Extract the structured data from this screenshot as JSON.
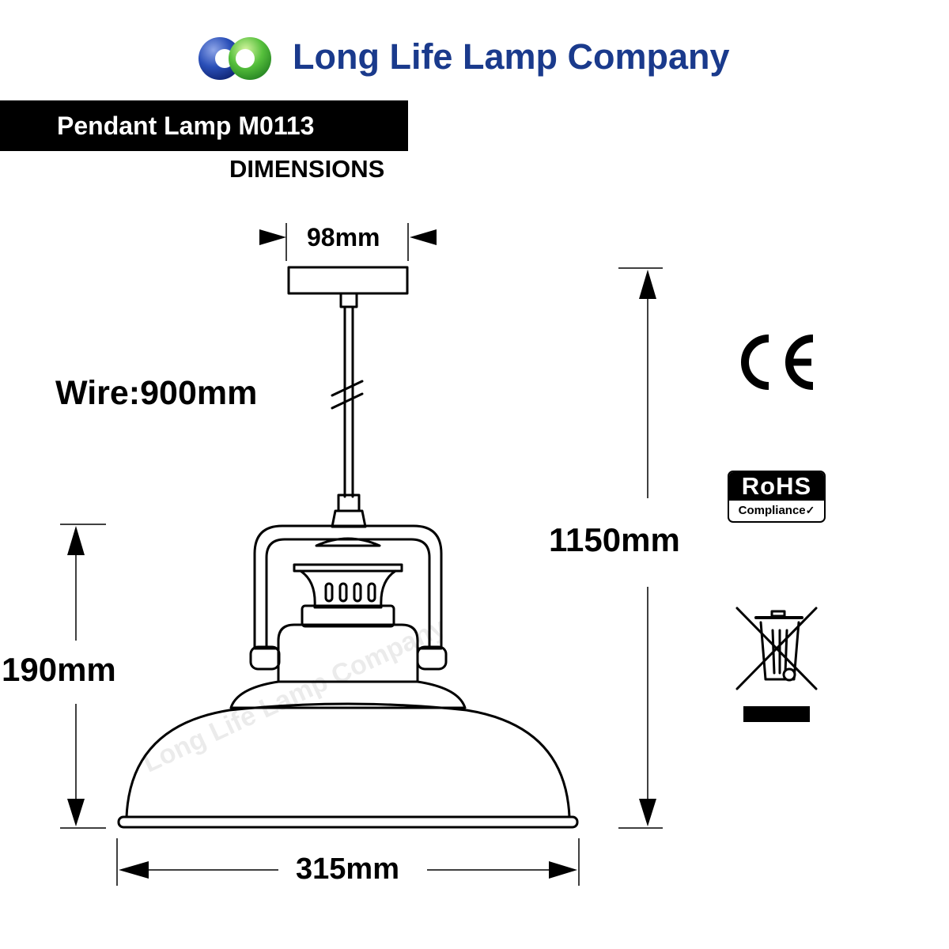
{
  "header": {
    "company_name": "Long Life Lamp Company",
    "brand_color": "#1a3a8c",
    "logo_colors": [
      "#1a3a8c",
      "#3bb54a"
    ]
  },
  "product": {
    "title": "Pendant Lamp M0113",
    "section": "DIMENSIONS"
  },
  "dimensions": {
    "canopy_width": "98mm",
    "wire_length": "Wire:900mm",
    "total_height": "1150mm",
    "shade_height": "190mm",
    "shade_diameter": "315mm"
  },
  "certifications": {
    "ce": "CE",
    "rohs_title": "RoHS",
    "rohs_subtitle": "Compliance",
    "weee": "weee-crossed-bin-icon"
  },
  "watermark": "Long Life Lamp Company"
}
